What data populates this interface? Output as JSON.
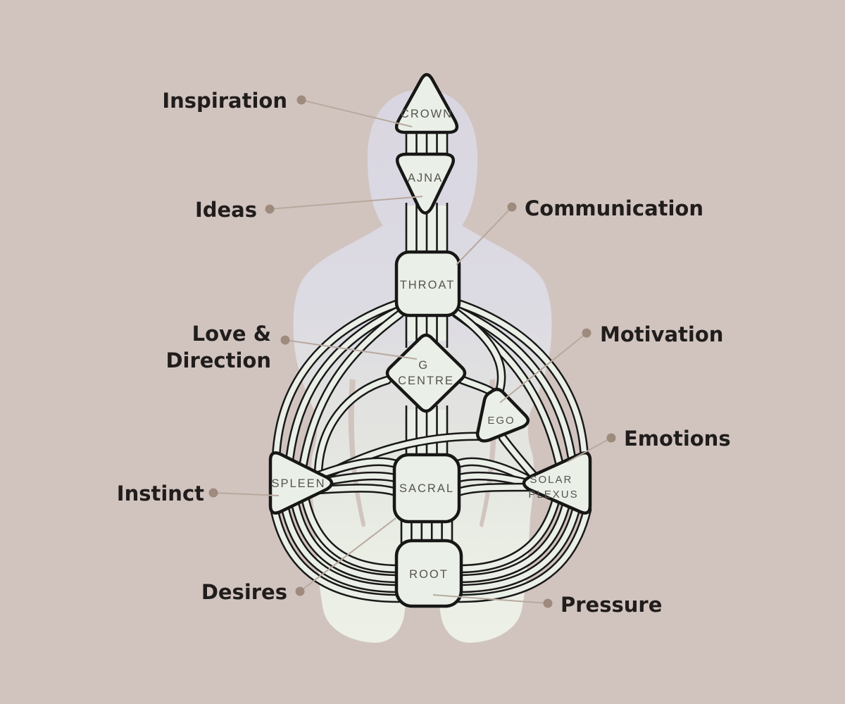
{
  "palette": {
    "background": "#d1c4bf",
    "body_silhouette_top": "#dbd8e2",
    "body_silhouette_bottom": "#e9ede5",
    "center_fill": "#eaf0e8",
    "center_stroke": "#171716",
    "center_text": "#57534f",
    "annotation_text": "#201d1c",
    "leader_line": "#b8a99e",
    "leader_dot": "#9e8b7e"
  },
  "centers": [
    {
      "id": "crown",
      "label": "CROWN"
    },
    {
      "id": "ajna",
      "label": "AJNA"
    },
    {
      "id": "throat",
      "label": "THROAT"
    },
    {
      "id": "g-centre",
      "label_line1": "G",
      "label_line2": "CENTRE"
    },
    {
      "id": "ego",
      "label": "EGO"
    },
    {
      "id": "spleen",
      "label": "SPLEEN"
    },
    {
      "id": "sacral",
      "label": "SACRAL"
    },
    {
      "id": "solar-plexus",
      "label_line1": "SOLAR",
      "label_line2": "PLEXUS"
    },
    {
      "id": "root",
      "label": "ROOT"
    }
  ],
  "annotations": [
    {
      "id": "inspiration",
      "label": "Inspiration",
      "target": "crown"
    },
    {
      "id": "ideas",
      "label": "Ideas",
      "target": "ajna"
    },
    {
      "id": "communication",
      "label": "Communication",
      "target": "throat"
    },
    {
      "id": "love-direction",
      "label_line1": "Love &",
      "label_line2": "Direction",
      "target": "g-centre"
    },
    {
      "id": "motivation",
      "label": "Motivation",
      "target": "ego"
    },
    {
      "id": "emotions",
      "label": "Emotions",
      "target": "solar-plexus"
    },
    {
      "id": "instinct",
      "label": "Instinct",
      "target": "spleen"
    },
    {
      "id": "desires",
      "label": "Desires",
      "target": "sacral"
    },
    {
      "id": "pressure",
      "label": "Pressure",
      "target": "root"
    }
  ]
}
